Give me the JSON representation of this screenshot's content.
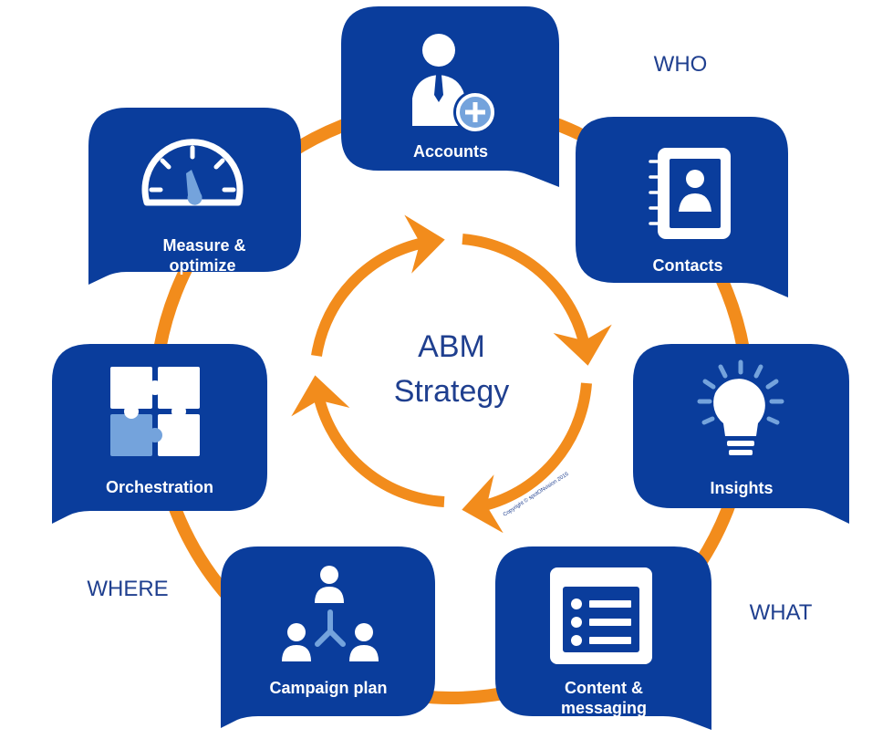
{
  "center": {
    "line1": "ABM",
    "line2": "Strategy"
  },
  "nodes": {
    "accounts": {
      "label": "Accounts",
      "icon": "account-add-icon"
    },
    "contacts": {
      "label": "Contacts",
      "icon": "address-book-icon"
    },
    "insights": {
      "label": "Insights",
      "icon": "lightbulb-icon"
    },
    "content": {
      "line1": "Content &",
      "line2": "messaging",
      "icon": "list-document-icon"
    },
    "campaign": {
      "label": "Campaign plan",
      "icon": "org-network-icon"
    },
    "orchestration": {
      "label": "Orchestration",
      "icon": "puzzle-icon"
    },
    "measure": {
      "line1": "Measure &",
      "line2": "optimize",
      "icon": "speedometer-icon"
    }
  },
  "regions": {
    "who": "WHO",
    "what": "WHAT",
    "where": "WHERE"
  },
  "copyright": "Copyright © spotONvision 2016",
  "colors": {
    "node_blue": "#0a3d9c",
    "ring_orange": "#f28c1c",
    "text_blue": "#1f3f8f",
    "accent_light_blue": "#74a3dc"
  }
}
